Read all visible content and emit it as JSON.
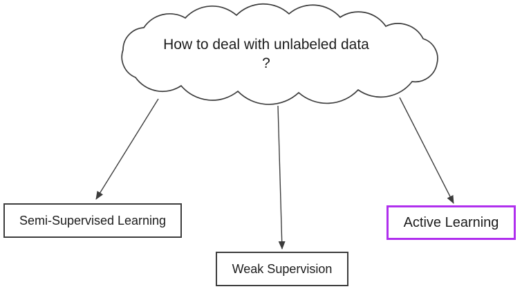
{
  "diagram": {
    "cloud": {
      "question": "How to deal with unlabeled data ?"
    },
    "nodes": [
      {
        "label": "Semi-Supervised Learning",
        "highlighted": false
      },
      {
        "label": "Weak Supervision",
        "highlighted": false
      },
      {
        "label": "Active Learning",
        "highlighted": true
      }
    ],
    "colors": {
      "outline": "#3c3c3c",
      "text": "#1b1b1b",
      "highlight_border": "#b02fee",
      "background": "#ffffff"
    }
  }
}
